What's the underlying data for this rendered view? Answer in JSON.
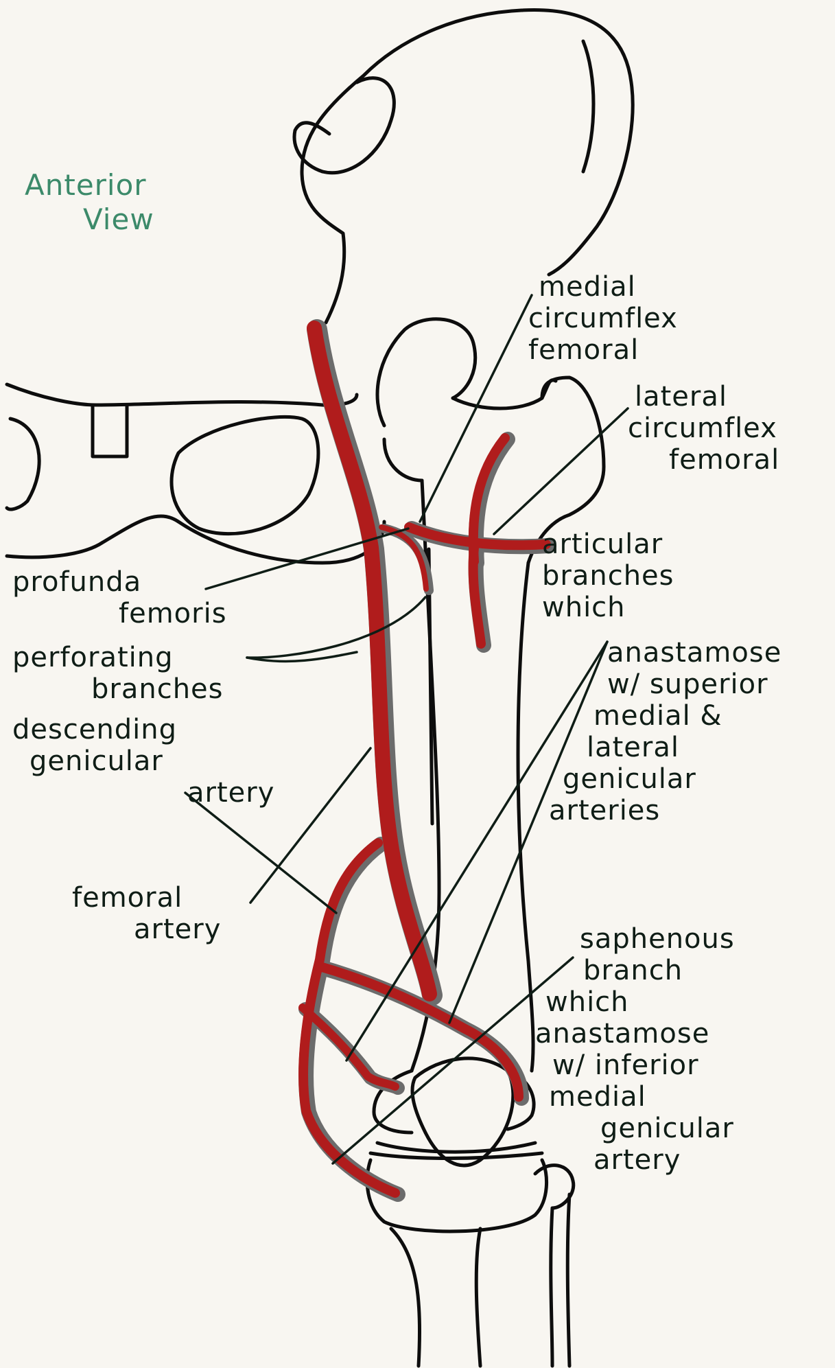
{
  "view": {
    "lines": [
      "Anterior",
      "View"
    ]
  },
  "labels": {
    "medial_circumflex": [
      "medial",
      "circumflex",
      "femoral"
    ],
    "lateral_circumflex": [
      "lateral",
      "circumflex",
      "femoral"
    ],
    "articular": [
      "articular",
      "branches",
      "which"
    ],
    "anastamose_superior": [
      "anastamose",
      "w/ superior",
      "medial &",
      "lateral",
      "genicular",
      "arteries"
    ],
    "profunda": [
      "profunda",
      "femoris"
    ],
    "perforating": [
      "perforating",
      "branches"
    ],
    "descending": [
      "descending",
      "genicular",
      "artery"
    ],
    "femoral": [
      "femoral",
      "artery"
    ],
    "saphenous": [
      "saphenous",
      "branch",
      "which",
      "anastamose",
      "w/ inferior",
      "medial",
      "genicular",
      "artery"
    ]
  },
  "colors": {
    "background": "#f8f6f1",
    "bone_outline": "#0d0d0d",
    "artery": "#b01c1c",
    "artery_shadow": "#6c6c6c",
    "ink": "#0f1d16",
    "title": "#3c8a6a"
  }
}
